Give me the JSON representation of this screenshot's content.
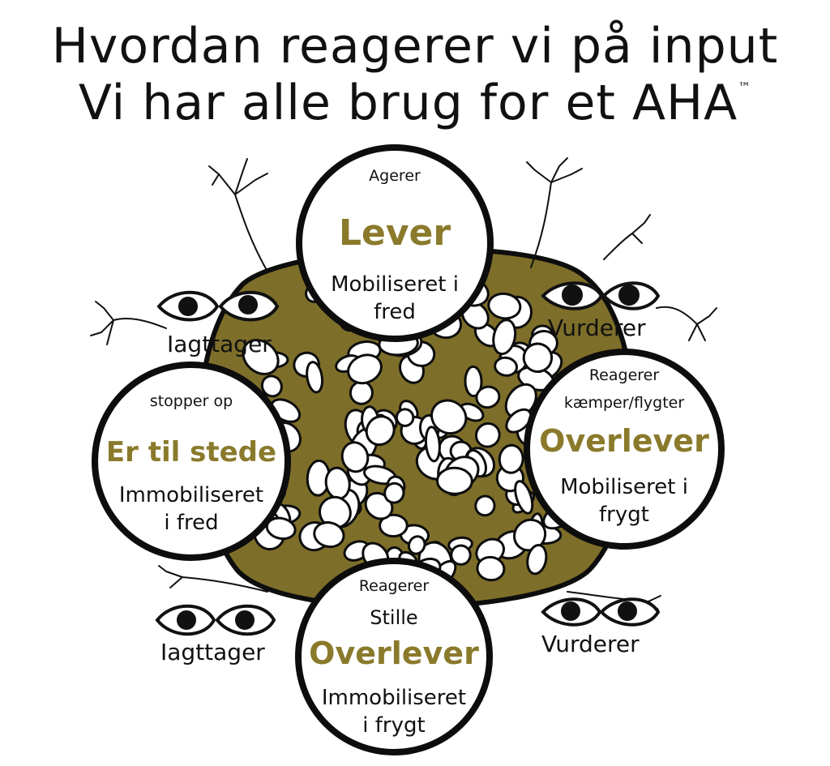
{
  "title": {
    "line1": "Hvordan reagerer vi på input",
    "line2": "Vi har alle brug for et AHA",
    "trademark": "™"
  },
  "colors": {
    "ink": "#111111",
    "accent_gold": "#8a7a2b",
    "web_fill": "#7d6e2a",
    "background": "#ffffff"
  },
  "circles": {
    "top": {
      "small_label": "Agerer",
      "big_label": "Lever",
      "sub_line1": "Mobiliseret i",
      "sub_line2": "fred"
    },
    "left": {
      "small_label": "stopper op",
      "big_label": "Er til stede",
      "sub_line1": "Immobiliseret",
      "sub_line2": "i fred"
    },
    "right": {
      "small_label_1": "Reagerer",
      "small_label_2": "kæmper/flygter",
      "big_label": "Overlever",
      "sub_line1": "Mobiliseret i",
      "sub_line2": "frygt"
    },
    "bottom": {
      "small_label_1": "Reagerer",
      "small_label_2": "Stille",
      "big_label": "Overlever",
      "sub_line1": "Immobiliseret",
      "sub_line2": "i frygt"
    }
  },
  "eye_labels": {
    "top_left": "Iagttager",
    "top_right": "Vurderer",
    "bottom_left": "Iagttager",
    "bottom_right": "Vurderer"
  }
}
